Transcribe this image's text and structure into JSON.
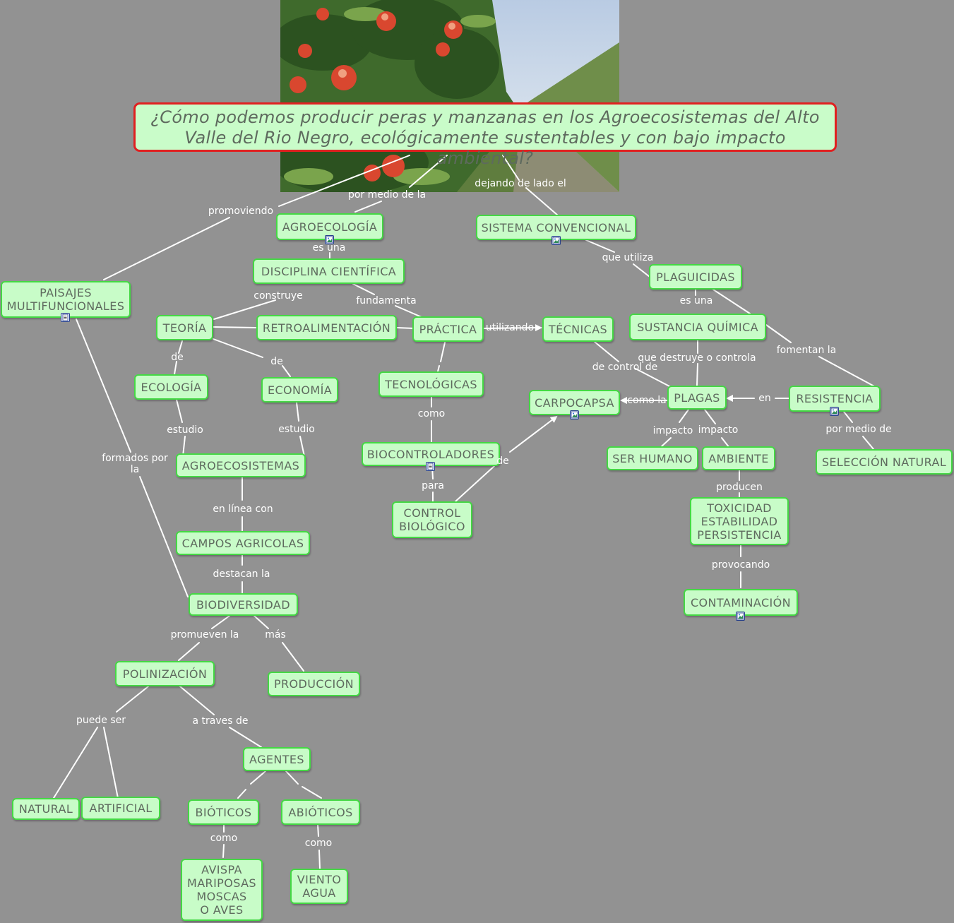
{
  "title": "¿Cómo podemos producir peras y manzanas en los Agroecosistemas del Alto\nValle del Rio Negro, ecológicamente sustentables y con bajo impacto ambiental?",
  "colors": {
    "background": "#929292",
    "node_fill": "#c8fcc8",
    "node_border": "#44d844",
    "title_border": "#e02020",
    "link": "#ffffff",
    "text": "#5e6a5e"
  },
  "nodes": {
    "agroecologia": "AGROECOLOGÍA",
    "sistema_convencional": "SISTEMA CONVENCIONAL",
    "paisajes": "PAISAJES\nMULTIFUNCIONALES",
    "disciplina": "DISCIPLINA CIENTÍFICA",
    "plaguicidas": "PLAGUICIDAS",
    "teoria": "TEORÍA",
    "retroalimentacion": "RETROALIMENTACIÓN",
    "practica": "PRÁCTICA",
    "tecnicas": "TÉCNICAS",
    "sustancia": "SUSTANCIA QUÍMICA",
    "ecologia": "ECOLOGÍA",
    "economia": "ECONOMÍA",
    "tecnologicas": "TECNOLÓGICAS",
    "carpocapsa": "CARPOCAPSA",
    "plagas": "PLAGAS",
    "resistencia": "RESISTENCIA",
    "biocontroladores": "BIOCONTROLADORES",
    "agroecosistemas": "AGROECOSISTEMAS",
    "ser_humano": "SER HUMANO",
    "ambiente": "AMBIENTE",
    "seleccion": "SELECCIÓN NATURAL",
    "control_biologico": "CONTROL\nBIOLÓGICO",
    "toxicidad": "TOXICIDAD\nESTABILIDAD\nPERSISTENCIA",
    "campos": "CAMPOS AGRICOLAS",
    "biodiversidad": "BIODIVERSIDAD",
    "contaminacion": "CONTAMINACIÓN",
    "polinizacion": "POLINIZACIÓN",
    "produccion": "PRODUCCIÓN",
    "agentes": "AGENTES",
    "natural": "NATURAL",
    "artificial": "ARTIFICIAL",
    "bioticos": "BIÓTICOS",
    "abioticos": "ABIÓTICOS",
    "avispa": "AVISPA\nMARIPOSAS\nMOSCAS\nO AVES",
    "viento": "VIENTO\nAGUA"
  },
  "links": {
    "por_medio_de_la": "por medio de la",
    "dejando_de_lado": "dejando de lado el",
    "promoviendo": "promoviendo",
    "es_una_1": "es una",
    "que_utiliza": "que utiliza",
    "construye": "construye",
    "fundamenta": "fundamenta",
    "es_una_2": "es una",
    "utilizando": "utilizando",
    "fomentan_la": "fomentan la",
    "de_1": "de",
    "de_2": "de",
    "que_destruye": "que destruye o controla",
    "de_control_de": "de control de",
    "como_la": "como la",
    "en": "en",
    "estudio_1": "estudio",
    "estudio_2": "estudio",
    "como_1": "como",
    "impacto_1": "impacto",
    "impacto_2": "impacto",
    "por_medio_de": "por medio de",
    "formados_por": "formados por\nla",
    "de_3": "de",
    "para": "para",
    "producen": "producen",
    "en_linea_con": "en línea con",
    "provocando": "provocando",
    "destacan_la": "destacan la",
    "promueven_la": "promueven la",
    "mas": "más",
    "puede_ser": "puede ser",
    "a_traves_de": "a traves de",
    "como_2": "como",
    "como_3": "como"
  }
}
